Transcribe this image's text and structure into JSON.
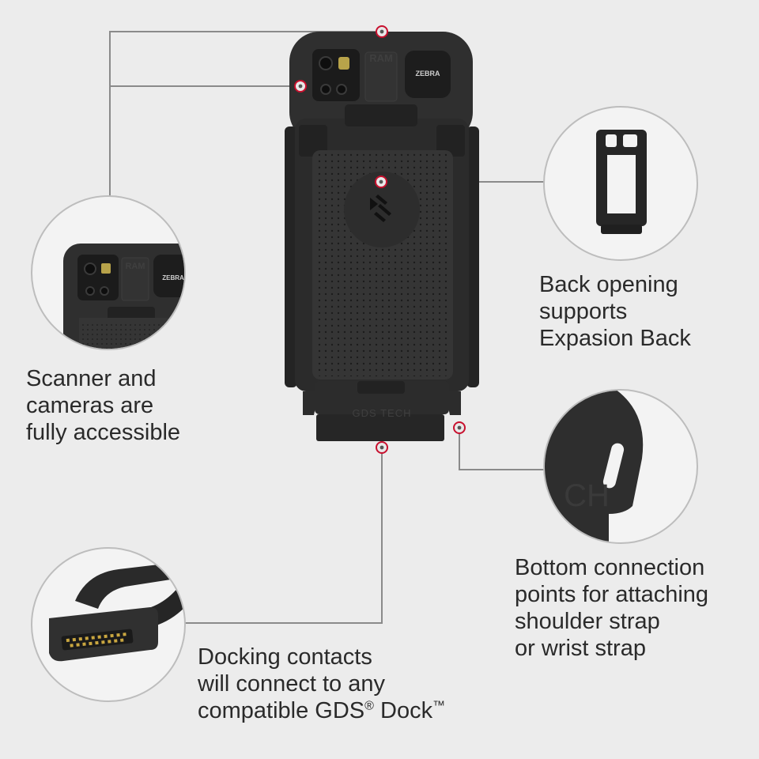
{
  "captions": {
    "scanner": {
      "line1": "Scanner and",
      "line2": "cameras are",
      "line3": "fully accessible"
    },
    "back_opening": {
      "line1": "Back opening",
      "line2": "supports",
      "line3": "Expasion Back"
    },
    "bottom_connection": {
      "line1": "Bottom connection",
      "line2": "points for attaching",
      "line3": "shoulder strap",
      "line4": "or wrist strap"
    },
    "docking": {
      "line1": "Docking contacts",
      "line2": "will connect to any",
      "line3_pre": "compatible GDS",
      "reg": "®",
      "line3_mid": " Dock",
      "tm": "™"
    }
  },
  "device": {
    "brand_label": "ZEBRA",
    "ram_label": "RAM",
    "bottom_label": "GDS TECH"
  },
  "detail_images": {
    "scanner_detail_brand": "ZEBRA",
    "scanner_detail_ram": "RAM",
    "strap_detail_text": "CH"
  },
  "colors": {
    "background": "#ececec",
    "device_body": "#2b2b2b",
    "device_panel": "#333333",
    "callout_line": "#8a8a8a",
    "callout_dot": "#c8102e",
    "text": "#2a2a2a"
  }
}
